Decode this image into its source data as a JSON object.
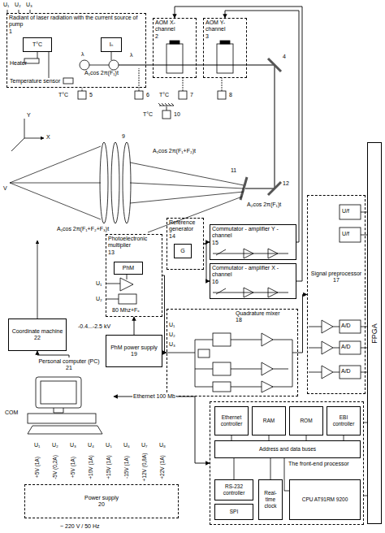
{
  "diagram": {
    "nodes": [
      {
        "text": [
          "Radiant of laser radiation with the current source of pump",
          "1"
        ]
      },
      {
        "text": [
          "T°C"
        ],
        "in": 0
      },
      {
        "text": [
          "Iₙ"
        ],
        "in": 0
      },
      {
        "text": [
          "AOM X- channel",
          "2"
        ]
      },
      {
        "text": [
          "AOM Y- channel",
          "3"
        ]
      },
      {
        "text": [
          "Photoelectronic multiplier",
          "13"
        ]
      },
      {
        "text": [
          "PhM"
        ],
        "in": 5
      },
      {
        "text": [
          "Reference generator",
          "14"
        ]
      },
      {
        "text": [
          "G"
        ],
        "in": 7
      },
      {
        "text": [
          "Commutator - amplifier Y - channel",
          "15"
        ]
      },
      {
        "text": [
          "Commutator - amplifier X - channel",
          "16"
        ]
      },
      {
        "text": [
          "Signal preprocessor",
          "17"
        ]
      },
      {
        "text": [
          "FPGA"
        ]
      },
      {
        "text": [
          "Quadrature mixer",
          "18"
        ]
      },
      {
        "text": [
          "PhM power supply",
          "19"
        ]
      },
      {
        "text": [
          "Coordinate machine",
          "22"
        ]
      },
      {
        "text": [
          "Personal computer (PC)",
          "21"
        ]
      },
      {
        "text": [
          "The front-end processor"
        ]
      },
      {
        "text": [
          "Ethernet controller"
        ],
        "in": 17
      },
      {
        "text": [
          "RAM"
        ],
        "in": 17
      },
      {
        "text": [
          "ROM"
        ],
        "in": 17
      },
      {
        "text": [
          "EBI controller"
        ],
        "in": 17
      },
      {
        "text": [
          "Address and data buses"
        ],
        "in": 17
      },
      {
        "text": [
          "RS-232 controller"
        ],
        "in": 17
      },
      {
        "text": [
          "SPI"
        ],
        "in": 17
      },
      {
        "text": [
          "Real-time clock"
        ],
        "in": 17
      },
      {
        "text": [
          "CPU AT91RM 9200"
        ],
        "in": 17
      },
      {
        "text": [
          "Power supply",
          "20"
        ]
      }
    ],
    "edges": [
      {
        "from": 10,
        "to": 3,
        "arrow": "to"
      },
      {
        "from": 9,
        "to": 4,
        "arrow": "to"
      },
      {
        "from": 7,
        "to": 9,
        "arrow": "to"
      },
      {
        "from": 7,
        "to": 10,
        "arrow": "to"
      },
      {
        "from": 14,
        "to": 5,
        "arrow": "to"
      },
      {
        "from": 5,
        "to": 13,
        "arrow": "to"
      },
      {
        "from": 13,
        "to": 11,
        "arrow": "to"
      },
      {
        "from": 16,
        "to": 15,
        "arrow": "to"
      },
      {
        "from": 16,
        "to": 17,
        "label": "Ethernet 100 Mb",
        "arrow": "both"
      }
    ],
    "labels": [
      "U₁",
      "U₂",
      "U₃",
      "Heater",
      "Temperature sensor",
      "λ",
      "λ",
      "A₁cos 2π(F₁)t",
      "4",
      "T°C",
      "5",
      "6",
      "T°C",
      "7",
      "8",
      "T°C",
      "10",
      "9",
      "11",
      "12",
      "A₁cos 2π(F₁+F₂)t",
      "A₂cos 2π(F₁)t",
      "A₁cos 2π(F₁+F₂+F₃)t",
      "Y",
      "X",
      "V",
      "U₁",
      "U₂",
      "80 Mhz+Fₓ",
      "-0.4...-2.5 kV",
      "U₁",
      "U₂",
      "U₃",
      "U/f",
      "U/f",
      "A/D",
      "A/D",
      "A/D",
      "COM",
      "U₁",
      "U₂",
      "U₃",
      "U₄",
      "U₅",
      "U₆",
      "U₇",
      "U₈",
      "+5V (1A)",
      "-5V (0,2A)",
      "+5V (1A)",
      "+10V (1A)",
      "+15V (1A)",
      "-15V (1A)",
      "+12V (0,8A)",
      "+22V (1A)",
      "~ 220 V / 50 Hz"
    ]
  }
}
